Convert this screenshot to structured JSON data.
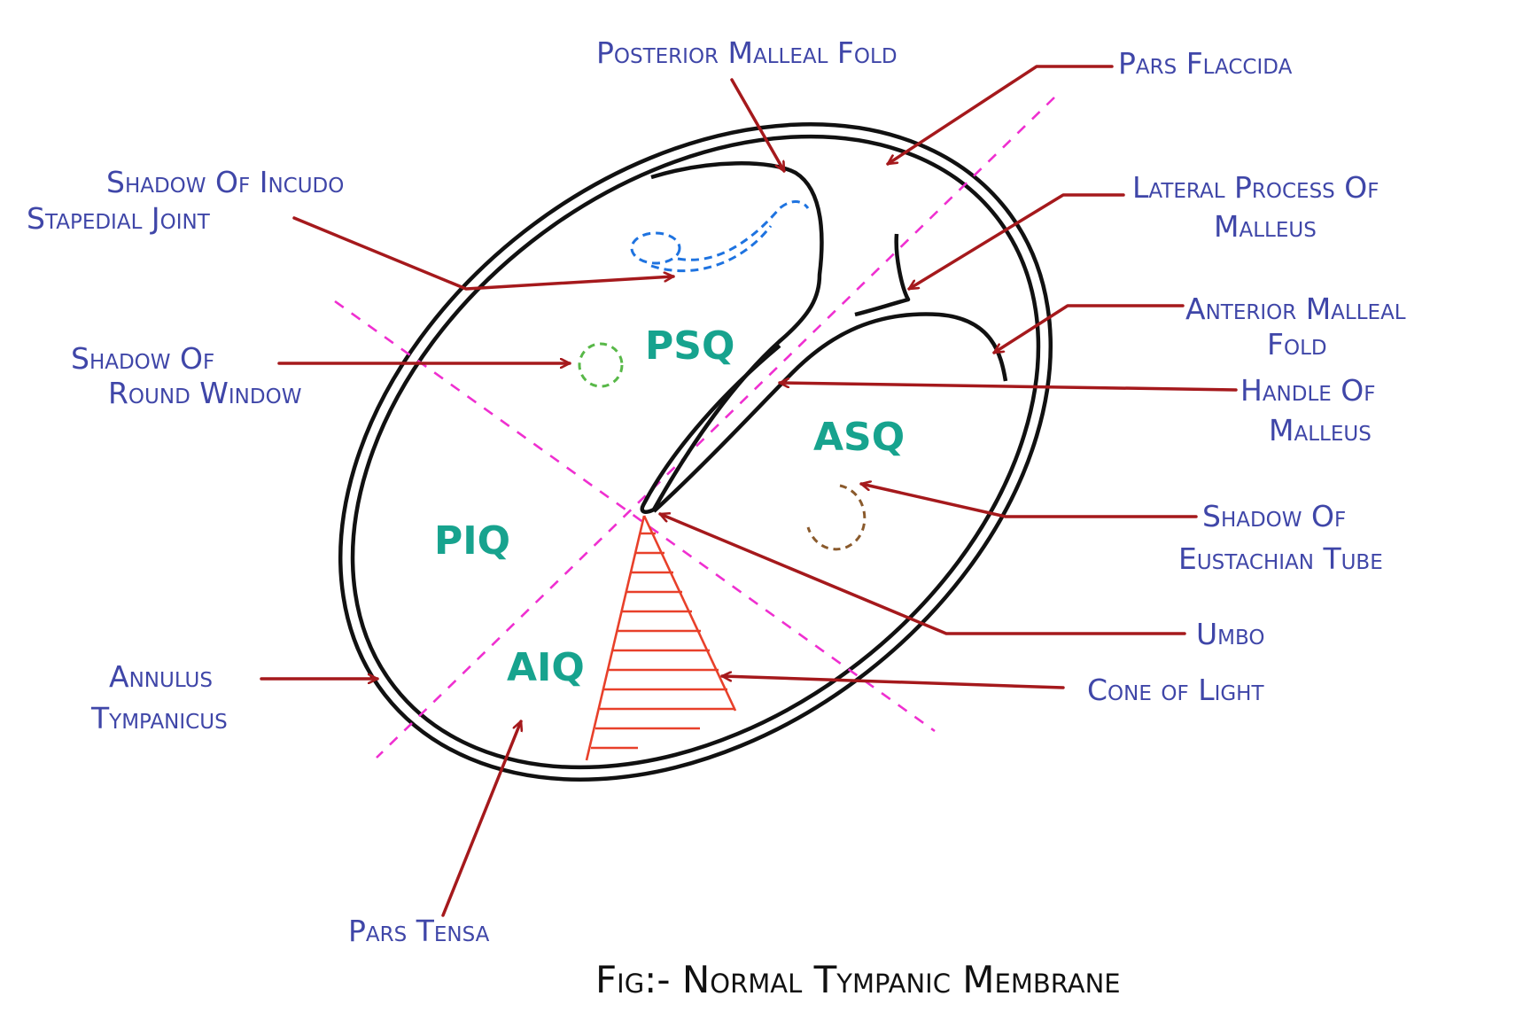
{
  "figure": {
    "caption": "Fig:- Normal Tympanic Membrane",
    "colors": {
      "label": "#3f46a8",
      "quadrant": "#17a38e",
      "arrow": "#a5191c",
      "outline": "#111111",
      "axis_lines": "#ef2fd0",
      "cone_of_light": "#e8402a",
      "incudostapedial_shadow": "#1e73e0",
      "round_window_shadow": "#58b848",
      "eustachian_shadow": "#8a5a2c"
    }
  },
  "labels": {
    "posterior_malleal_fold": "Posterior Malleal Fold",
    "pars_flaccida": "Pars Flaccida",
    "incudo_line1": "Shadow Of Incudo",
    "incudo_line2": "Stapedial Joint",
    "lateral_process_line1": "Lateral Process Of",
    "lateral_process_line2": "Malleus",
    "anterior_fold_line1": "Anterior Malleal",
    "anterior_fold_line2": "Fold",
    "round_window_line1": "Shadow Of",
    "round_window_line2": "Round Window",
    "handle_line1": "Handle Of",
    "handle_line2": "Malleus",
    "eustachian_line1": "Shadow Of",
    "eustachian_line2": "Eustachian Tube",
    "umbo": "Umbo",
    "cone_of_light": "Cone of Light",
    "annulus_line1": "Annulus",
    "annulus_line2": "Tympanicus",
    "pars_tensa": "Pars Tensa"
  },
  "quadrants": {
    "psq": "PSQ",
    "asq": "ASQ",
    "piq": "PIQ",
    "aiq": "AIQ"
  }
}
